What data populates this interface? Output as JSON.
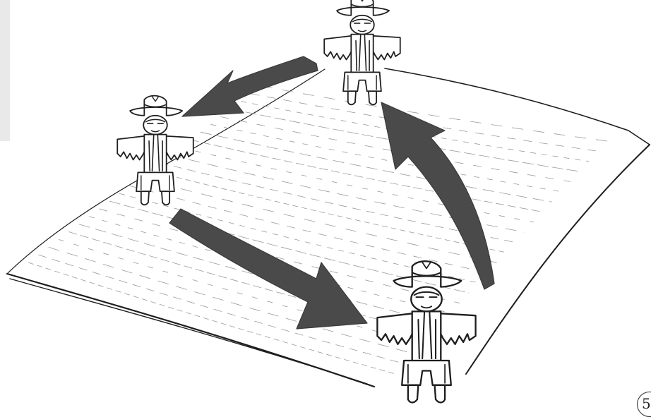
{
  "illustration": {
    "page_number": "5",
    "figures": [
      "scarecrow-top",
      "scarecrow-left",
      "scarecrow-bottom-right"
    ],
    "arrows": [
      "top-to-left",
      "left-to-bottom-right",
      "bottom-right-to-top"
    ],
    "colors": {
      "ink": "#1e1e1e",
      "arrow_fill": "#4a4a4a",
      "paper": "#ffffff"
    }
  }
}
